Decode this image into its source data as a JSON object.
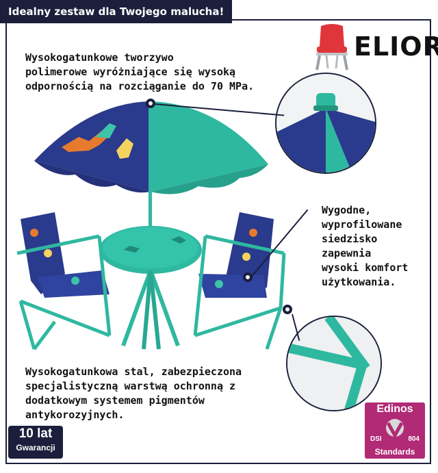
{
  "banner": {
    "title": "Idealny zestaw dla Twojego malucha!"
  },
  "brand": {
    "name": "ELIOR"
  },
  "callouts": {
    "material": "Wysokogatunkowe tworzywo\npolimerowe wyróżniające się wysoką\nodpornością na rozciąganie do 70 MPa.",
    "seat": "Wygodne,\nwyprofilowane\nsiedzisko\nzapewnia\nwysoki komfort\nużytkowania.",
    "steel": "Wysokogatunkowa stal, zabezpieczona\nspecjalistyczną warstwą ochronną z\ndodatkowym systemem pigmentów\nantykorozyjnych."
  },
  "badges": {
    "warranty_years": "10 lat",
    "warranty_label": "Gwarancji",
    "edinos_title": "Edinos",
    "edinos_left": "DSI",
    "edinos_right": "804",
    "edinos_bottom": "Standards"
  },
  "colors": {
    "navy": "#1b1f3b",
    "teal": "#2fb8a0",
    "umbrella_blue": "#2a3a8c",
    "accent_pink": "#b12a75",
    "chair_red": "#e0353b"
  },
  "icons": [
    "chair-icon",
    "shield-check-icon"
  ]
}
